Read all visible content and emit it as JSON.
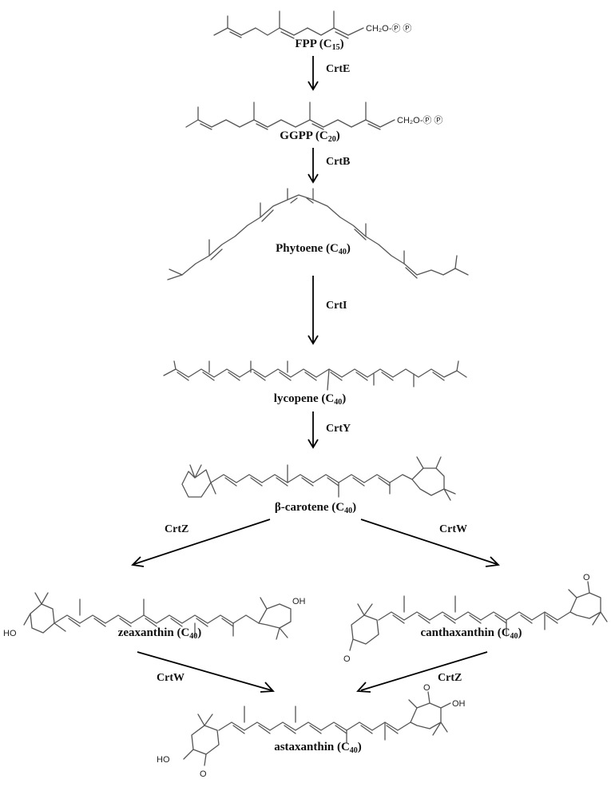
{
  "compounds": {
    "fpp": {
      "name": "FPP (C",
      "sub": "15",
      "tail": ")",
      "group": "CH₂O-Ⓟ Ⓟ"
    },
    "ggpp": {
      "name": "GGPP (C",
      "sub": "20",
      "tail": ")",
      "group": "CH₂O-Ⓟ Ⓟ"
    },
    "phytoene": {
      "name": "Phytoene  (C",
      "sub": "40",
      "tail": ")"
    },
    "lycopene": {
      "name": "lycopene (C",
      "sub": "40",
      "tail": ")"
    },
    "beta_carotene": {
      "name": "β-carotene (C",
      "sub": "40",
      "tail": ")"
    },
    "zeaxanthin": {
      "name": "zeaxanthin (C",
      "sub": "40",
      "tail": ")",
      "oh1": "HO",
      "oh2": "OH"
    },
    "canthaxanthin": {
      "name": "canthaxanthin (C",
      "sub": "40",
      "tail": ")",
      "o1": "O",
      "o2": "O"
    },
    "astaxanthin": {
      "name": "astaxanthin (C",
      "sub": "40",
      "tail": ")",
      "oh1": "HO",
      "o1": "O",
      "o2": "O",
      "oh2": "OH"
    }
  },
  "enzymes": {
    "crtE": "CrtE",
    "crtB": "CrtB",
    "crtI": "CrtI",
    "crtY": "CrtY",
    "crtZ_left": "CrtZ",
    "crtW_right": "CrtW",
    "crtW_bottom": "CrtW",
    "crtZ_bottom": "CrtZ"
  }
}
